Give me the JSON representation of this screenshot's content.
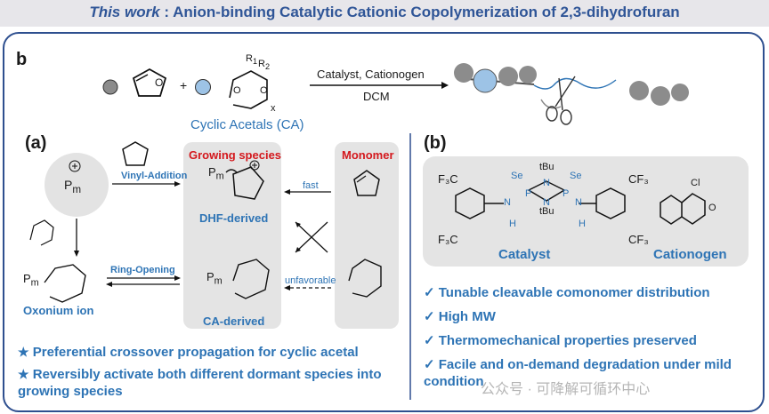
{
  "header": {
    "prefix": "This work",
    "title": " : Anion-binding Catalytic Cationic Copolymerization of 2,3-dihydrofuran"
  },
  "panel_b_top": {
    "label": "b",
    "plus": "+",
    "r1": "R",
    "r2": "R",
    "sub1": "1",
    "sub2": "2",
    "o": "O",
    "x": "x",
    "cyclic_acetals": "Cyclic Acetals (CA)",
    "conditions_top": "Catalyst, Cationogen",
    "conditions_bottom": "DCM"
  },
  "panel_a": {
    "label": "(a)",
    "pm": "P",
    "pm_sub": "m",
    "vinyl_addition": "Vinyl-Addition",
    "ring_opening": "Ring-Opening",
    "oxonium_ion": "Oxonium ion",
    "growing_species": "Growing species",
    "dhf_derived": "DHF-derived",
    "ca_derived": "CA-derived",
    "monomer": "Monomer",
    "fast": "fast",
    "unfavorable": "unfavorable"
  },
  "bullets": [
    "Preferential crossover propagation for cyclic acetal",
    "Reversibly activate both different dormant species into growing species"
  ],
  "panel_b": {
    "label": "(b)",
    "catalyst": "Catalyst",
    "cationogen": "Cationogen",
    "cf3_left": "F₃C",
    "cf3_right": "CF₃",
    "se": "Se",
    "tbu": "tBu",
    "cl": "Cl",
    "n": "N",
    "h": "H",
    "p": "P"
  },
  "checks": [
    "Tunable cleavable comonomer distribution",
    "High MW",
    "Thermomechanical properties preserved",
    "Facile and on-demand degradation under mild condition"
  ],
  "watermark": "公众号 · 可降解可循环中心",
  "colors": {
    "accent": "#2e74b5",
    "red": "#d4181d",
    "border": "#2e4f8f"
  }
}
